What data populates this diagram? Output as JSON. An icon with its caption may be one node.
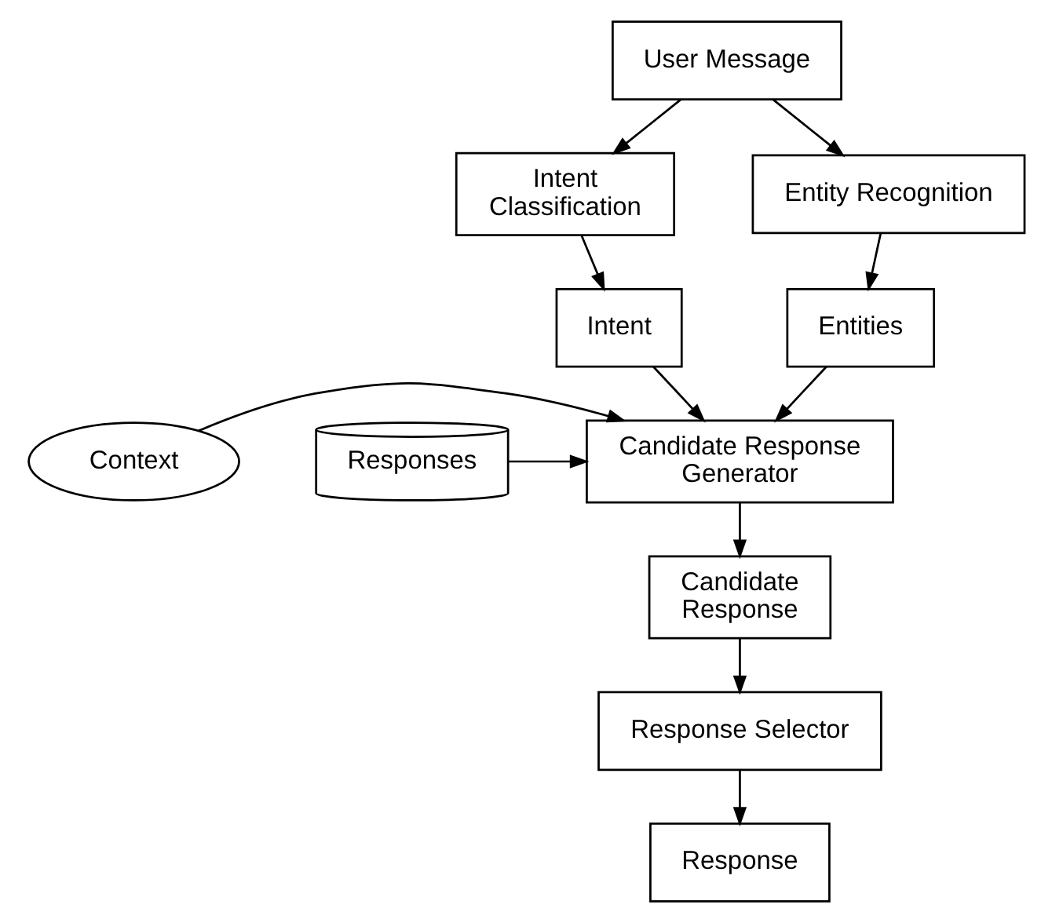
{
  "diagram": {
    "nodes": [
      {
        "text": [
          "User Message"
        ]
      },
      {
        "text": [
          "Intent Classification"
        ]
      },
      {
        "text": [
          "Entity Recognition"
        ]
      },
      {
        "text": [
          "Intent"
        ]
      },
      {
        "text": [
          "Entities"
        ]
      },
      {
        "text": [
          "Candidate Response Generator"
        ]
      },
      {
        "text": [
          "Context"
        ]
      },
      {
        "text": [
          "Responses"
        ]
      },
      {
        "text": [
          "Candidate Response"
        ]
      },
      {
        "text": [
          "Response Selector"
        ]
      },
      {
        "text": [
          "Response"
        ]
      }
    ],
    "edges": [
      {
        "from": 0,
        "to": 1,
        "arrow": "to"
      },
      {
        "from": 0,
        "to": 2,
        "arrow": "to"
      },
      {
        "from": 1,
        "to": 3,
        "arrow": "to"
      },
      {
        "from": 2,
        "to": 4,
        "arrow": "to"
      },
      {
        "from": 3,
        "to": 5,
        "arrow": "to"
      },
      {
        "from": 4,
        "to": 5,
        "arrow": "to"
      },
      {
        "from": 6,
        "to": 5,
        "arrow": "to"
      },
      {
        "from": 7,
        "to": 5,
        "arrow": "to"
      },
      {
        "from": 5,
        "to": 8,
        "arrow": "to"
      },
      {
        "from": 8,
        "to": 9,
        "arrow": "to"
      },
      {
        "from": 9,
        "to": 10,
        "arrow": "to"
      }
    ]
  }
}
